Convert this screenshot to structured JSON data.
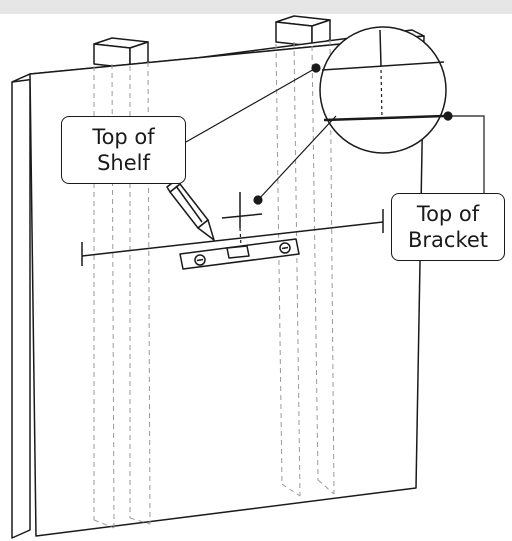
{
  "callouts": {
    "top_of_shelf": {
      "line1": "Top of",
      "line2": "Shelf"
    },
    "top_of_bracket": {
      "line1": "Top of",
      "line2": "Bracket"
    }
  },
  "colors": {
    "ink": "#1a1a1a",
    "hidden_line": "#9a9a9a",
    "background": "#ffffff",
    "top_strip": "#e6e6e6"
  },
  "icons": [
    "pencil-icon",
    "spirit-level-icon",
    "magnifier-circle",
    "crosshair-mark"
  ]
}
